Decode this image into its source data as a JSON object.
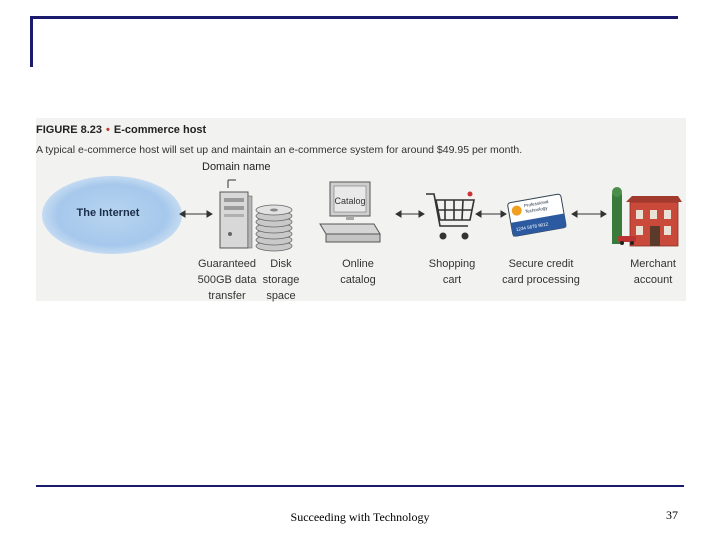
{
  "figure": {
    "number": "FIGURE 8.23",
    "title": "E-commerce host",
    "caption": "A typical e-commerce host will set up and maintain an e-commerce system for around $49.95 per month.",
    "domain_label": "Domain name",
    "internet_label": "The Internet",
    "monitor_text": "Catalog",
    "card_brand_line1": "Professional",
    "card_brand_line2": "Technology",
    "card_number": "1234 5678 9012",
    "items": [
      {
        "line1": "Guaranteed",
        "line2": "500GB data",
        "line3": "transfer"
      },
      {
        "line1": "Disk",
        "line2": "storage",
        "line3": "space"
      },
      {
        "line1": "Online",
        "line2": "catalog"
      },
      {
        "line1": "Shopping",
        "line2": "cart"
      },
      {
        "line1": "Secure credit",
        "line2": "card processing"
      },
      {
        "line1": "Merchant",
        "line2": "account"
      }
    ]
  },
  "footer": {
    "text": "Succeeding with Technology",
    "page_number": "37"
  },
  "colors": {
    "frame": "#1b1b6e",
    "cloud": "#a6c8ec",
    "building": "#c94a3a"
  }
}
